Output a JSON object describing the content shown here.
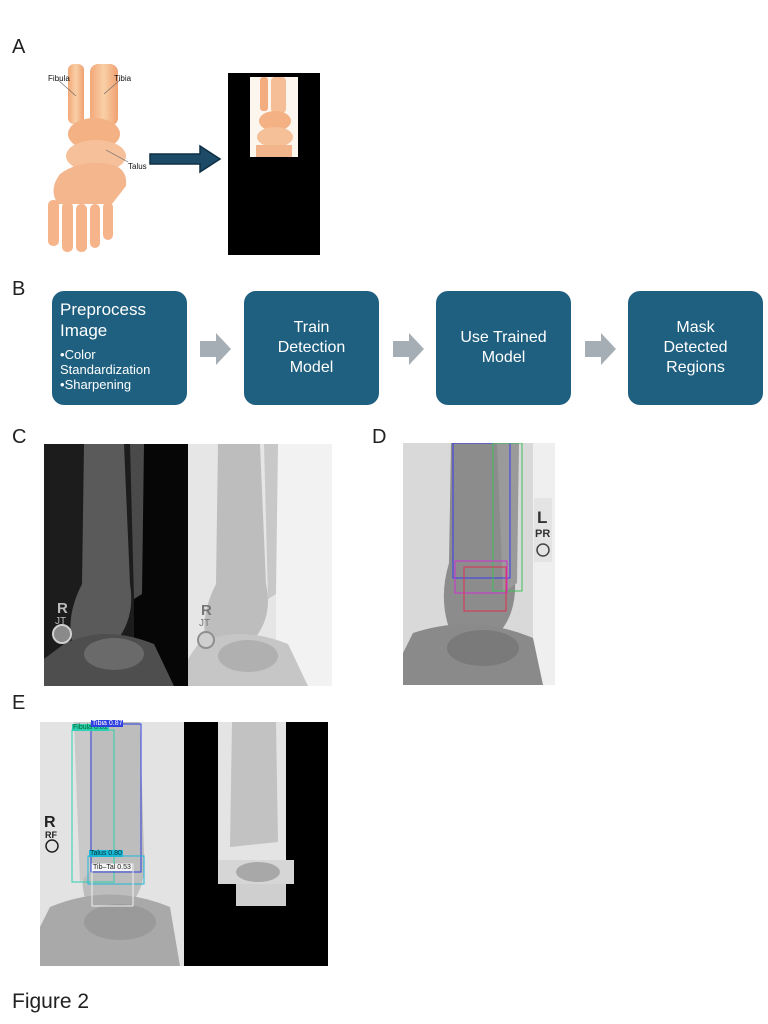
{
  "panels": {
    "a": "A",
    "b": "B",
    "c": "C",
    "d": "D",
    "e": "E"
  },
  "panel_a": {
    "labels": {
      "fibula": "Fibula",
      "tibia": "Tibia",
      "talus": "Talus"
    }
  },
  "panel_b": {
    "steps": [
      {
        "title": "Preprocess Image",
        "bullets": [
          "Color Standardization",
          "Sharpening"
        ]
      },
      {
        "title": "Train Detection Model"
      },
      {
        "title": "Use Trained Model"
      },
      {
        "title": "Mask Detected Regions"
      }
    ],
    "colors": {
      "box": "#1f5f7f",
      "chevron": "#a6aeb5"
    }
  },
  "panel_c": {
    "marker_letter": "R",
    "marker_initials": "JT"
  },
  "panel_d": {
    "marker_letter": "L",
    "marker_initials": "PR"
  },
  "panel_e": {
    "marker_letter": "R",
    "marker_initials": "RF",
    "detections": [
      {
        "label": "Fibula 0.81",
        "color": "#2ecfb0"
      },
      {
        "label": "Tibia 0.87",
        "color": "#2f3fe0"
      },
      {
        "label": "Talus 0.80",
        "color": "#1bb7d6"
      },
      {
        "label": "Tib–Tal 0.53",
        "color": "#e8e8e8"
      }
    ]
  },
  "figure_caption": "Figure 2"
}
